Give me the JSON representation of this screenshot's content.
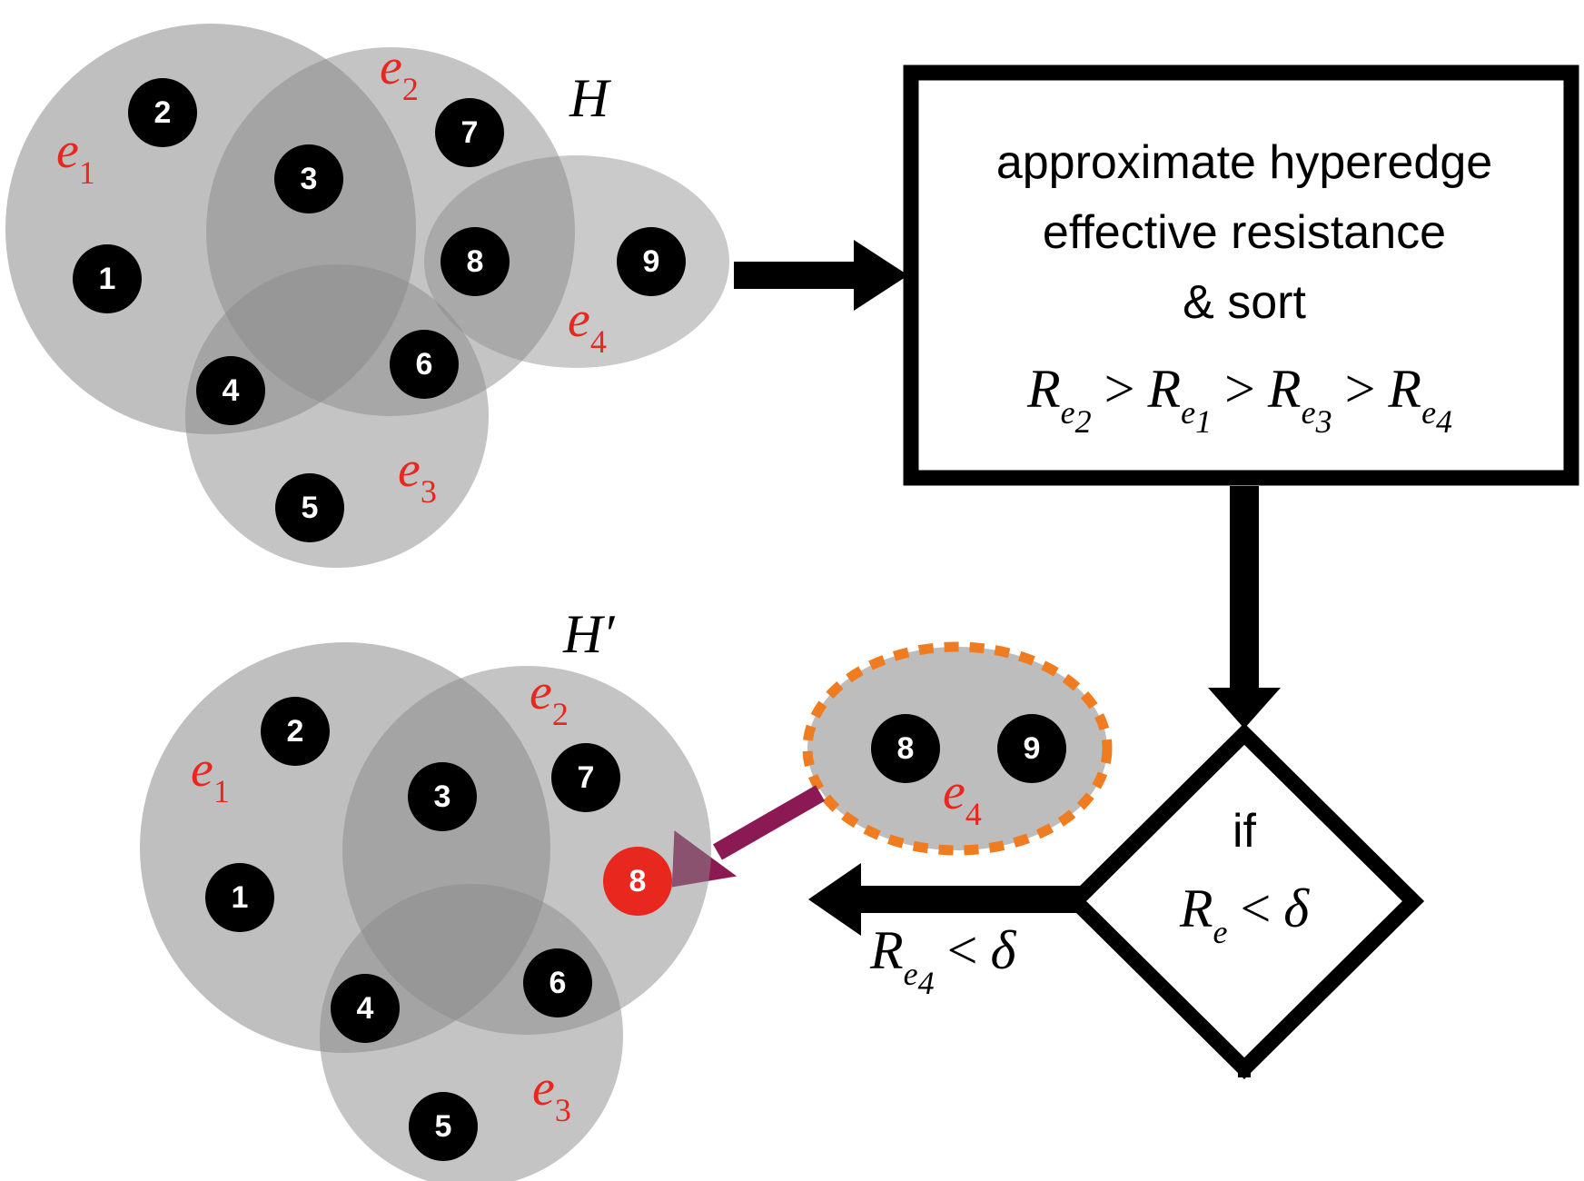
{
  "colors": {
    "edge_label": "#e8281e",
    "node_fill": "#000000",
    "node_text": "#ffffff",
    "highlight_node": "#e8281e",
    "hyperedge_fill": "#888888",
    "dashed_border": "#f07c22",
    "merge_arrow": "#8b1a54",
    "box_border": "#000000"
  },
  "top_graph": {
    "title": "H",
    "nodes": [
      "2",
      "7",
      "3",
      "8",
      "9",
      "1",
      "6",
      "4",
      "5"
    ],
    "edges": [
      {
        "base": "e",
        "sub": "1"
      },
      {
        "base": "e",
        "sub": "2"
      },
      {
        "base": "e",
        "sub": "3"
      },
      {
        "base": "e",
        "sub": "4"
      }
    ]
  },
  "bottom_graph": {
    "title": "H′",
    "nodes": [
      "2",
      "7",
      "3",
      "8",
      "1",
      "6",
      "4",
      "5"
    ],
    "edges": [
      {
        "base": "e",
        "sub": "1"
      },
      {
        "base": "e",
        "sub": "2"
      },
      {
        "base": "e",
        "sub": "3"
      }
    ]
  },
  "removed_edge": {
    "nodes": [
      "8",
      "9"
    ],
    "label": {
      "base": "e",
      "sub": "4"
    }
  },
  "process_box": {
    "lines": [
      "approximate hyperedge",
      "effective resistance",
      "& sort"
    ],
    "ordering": [
      {
        "base": "R",
        "sub_base": "e",
        "sub_index": "2"
      },
      {
        "base": "R",
        "sub_base": "e",
        "sub_index": "1"
      },
      {
        "base": "R",
        "sub_base": "e",
        "sub_index": "3"
      },
      {
        "base": "R",
        "sub_base": "e",
        "sub_index": "4"
      }
    ],
    "comparator": ">"
  },
  "decision": {
    "keyword": "if",
    "condition": {
      "base": "R",
      "sub": "e",
      "op": "<",
      "threshold": "δ"
    }
  },
  "branch_label": {
    "base": "R",
    "sub_base": "e",
    "sub_index": "4",
    "op": "<",
    "threshold": "δ"
  }
}
